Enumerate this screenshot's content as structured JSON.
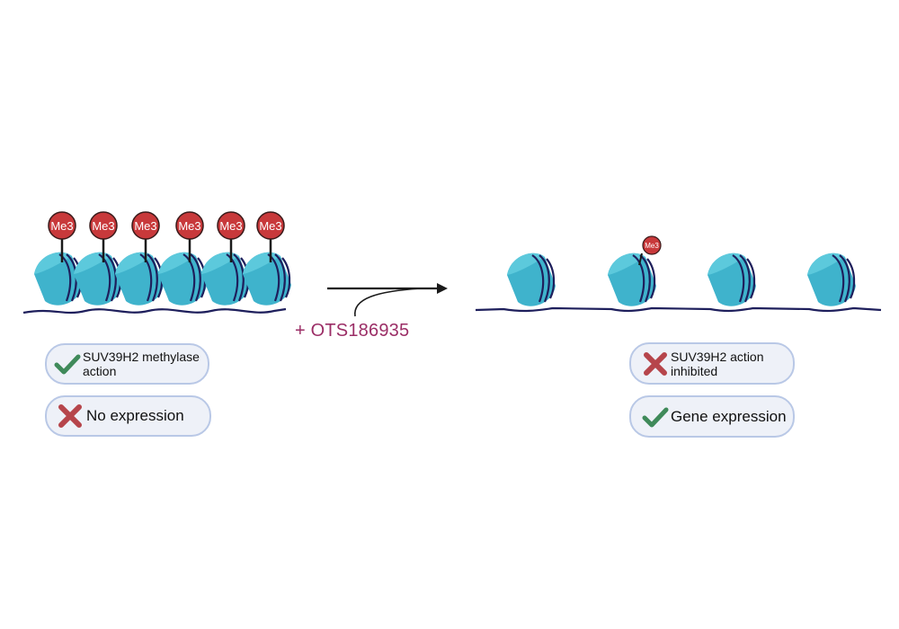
{
  "colors": {
    "nucleosome_fill": "#3fb3cc",
    "nucleosome_light": "#5cc9dc",
    "dna": "#1e1f5c",
    "me3_fill": "#c8393b",
    "check": "#3f8a5a",
    "cross": "#b6454b",
    "pill_bg": "#eef1f8",
    "pill_border": "#b9c8e6",
    "drug_text": "#9b2e66"
  },
  "left_state": {
    "marks": [
      "Me3",
      "Me3",
      "Me3",
      "Me3",
      "Me3",
      "Me3"
    ],
    "status_1": {
      "icon": "check-icon",
      "label": "SUV39H2 methylase action"
    },
    "status_2": {
      "icon": "cross-icon",
      "label": "No expression"
    }
  },
  "treatment": {
    "label": "+ OTS186935"
  },
  "right_state": {
    "marks": [
      "Me3"
    ],
    "status_1": {
      "icon": "cross-icon",
      "label": "SUV39H2 action inhibited"
    },
    "status_2": {
      "icon": "check-icon",
      "label": "Gene expression"
    }
  }
}
